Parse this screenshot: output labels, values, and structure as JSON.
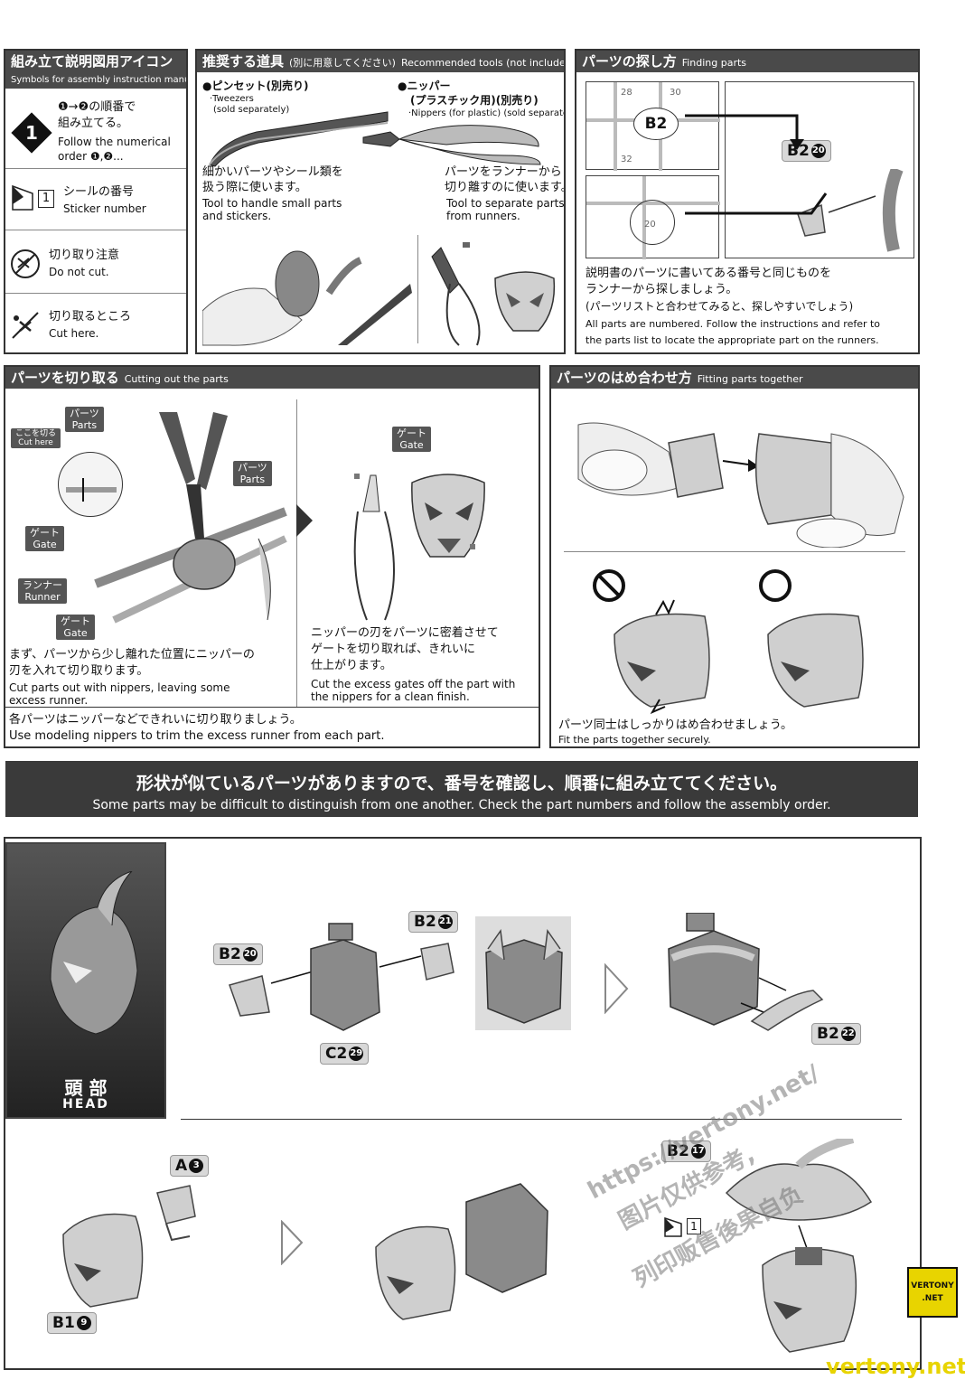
{
  "icons_panel": {
    "title_jp": "組み立て説明図用アイコン",
    "title_en": "Symbols for assembly instruction manuals",
    "order_jp_line1": "❶→❷の順番で",
    "order_jp_line2": "組み立てる。",
    "order_en_line1": "Follow the numerical",
    "order_en_line2": "order ❶,❷...",
    "sticker_jp": "シールの番号",
    "sticker_en": "Sticker number",
    "sticker_box": "1",
    "nocut_jp": "切り取り注意",
    "nocut_en": "Do not cut.",
    "cut_jp": "切り取るところ",
    "cut_en": "Cut here."
  },
  "tools_panel": {
    "title_jp": "推奨する道具",
    "title_jp_note": "(別に用意してください)",
    "title_en": "Recommended tools (not included)",
    "tweezers_jp": "●ピンセット(別売り)",
    "tweezers_en1": "·Tweezers",
    "tweezers_en2": "(sold separately)",
    "nippers_jp1": "●ニッパー",
    "nippers_jp2": "(プラスチック用)(別売り)",
    "nippers_en": "·Nippers (for plastic) (sold separately)",
    "tweezers_use_jp1": "細かいパーツやシール類を",
    "tweezers_use_jp2": "扱う際に使います。",
    "tweezers_use_en1": "Tool to handle small parts",
    "tweezers_use_en2": "and stickers.",
    "nippers_use_jp1": "パーツをランナーから",
    "nippers_use_jp2": "切り離すのに使います。",
    "nippers_use_en1": "Tool to separate parts",
    "nippers_use_en2": "from runners."
  },
  "finding_panel": {
    "title_jp": "パーツの探し方",
    "title_en": "Finding parts",
    "runner_label": "B2",
    "tag": "B2",
    "tag_num": "20",
    "num_28": "28",
    "num_30": "30",
    "num_32": "32",
    "num_20": "20",
    "desc_jp1": "説明書のパーツに書いてある番号と同じものを",
    "desc_jp2": "ランナーから探しましょう。",
    "desc_jp3": "(パーツリストと合わせてみると、探しやすいでしょう)",
    "desc_en1": "All parts are numbered. Follow the instructions and refer to",
    "desc_en2": "the parts list to locate the appropriate part on the runners."
  },
  "cutting_panel": {
    "title_jp": "パーツを切り取る",
    "title_en": "Cutting out the parts",
    "cut_here_jp": "ここを切る",
    "cut_here_en": "Cut here",
    "parts_jp": "パーツ",
    "parts_en": "Parts",
    "gate_jp": "ゲート",
    "gate_en": "Gate",
    "runner_jp": "ランナー",
    "runner_en": "Runner",
    "step1_jp1": "まず、パーツから少し離れた位置にニッパーの",
    "step1_jp2": "刃を入れて切り取ります。",
    "step1_en1": "Cut parts out with nippers, leaving some",
    "step1_en2": "excess runner.",
    "step2_jp1": "ニッパーの刃をパーツに密着させて",
    "step2_jp2": "ゲートを切り取れば、きれいに",
    "step2_jp3": "仕上がります。",
    "step2_en1": "Cut the excess gates off the part with",
    "step2_en2": "the nippers for a clean finish.",
    "foot_jp": "各パーツはニッパーなどできれいに切り取りましょう。",
    "foot_en": "Use modeling nippers to trim the excess runner from each part."
  },
  "fitting_panel": {
    "title_jp": "パーツのはめ合わせ方",
    "title_en": "Fitting parts together",
    "foot_jp": "パーツ同士はしっかりはめ合わせましょう。",
    "foot_en": "Fit the parts together securely."
  },
  "banner": {
    "jp": "形状が似ているパーツがありますので、番号を確認し、順番に組み立ててください。",
    "en": "Some parts may be difficult to distinguish from one another. Check the part numbers and follow the assembly order."
  },
  "head_section": {
    "label_jp": "頭 部",
    "label_en": "HEAD",
    "step1_parts": [
      {
        "code": "B2",
        "num": "20"
      },
      {
        "code": "B2",
        "num": "21"
      },
      {
        "code": "C2",
        "num": "29"
      },
      {
        "code": "B2",
        "num": "22"
      }
    ],
    "step2_parts": [
      {
        "code": "A",
        "num": "3"
      },
      {
        "code": "B1",
        "num": "9"
      },
      {
        "code": "B2",
        "num": "17"
      }
    ],
    "sticker_box": "1"
  },
  "watermark": {
    "url": "https://vertony.net/",
    "cn1": "图片仅供参考,",
    "cn2": "列印贩售後果自负",
    "badge1": "VERTONY",
    "badge2": ".NET",
    "footer": "vertony.net"
  },
  "colors": {
    "header": "#4a4a4a",
    "banner": "#3a3a3a",
    "part_gray": "#cfcfcf"
  }
}
